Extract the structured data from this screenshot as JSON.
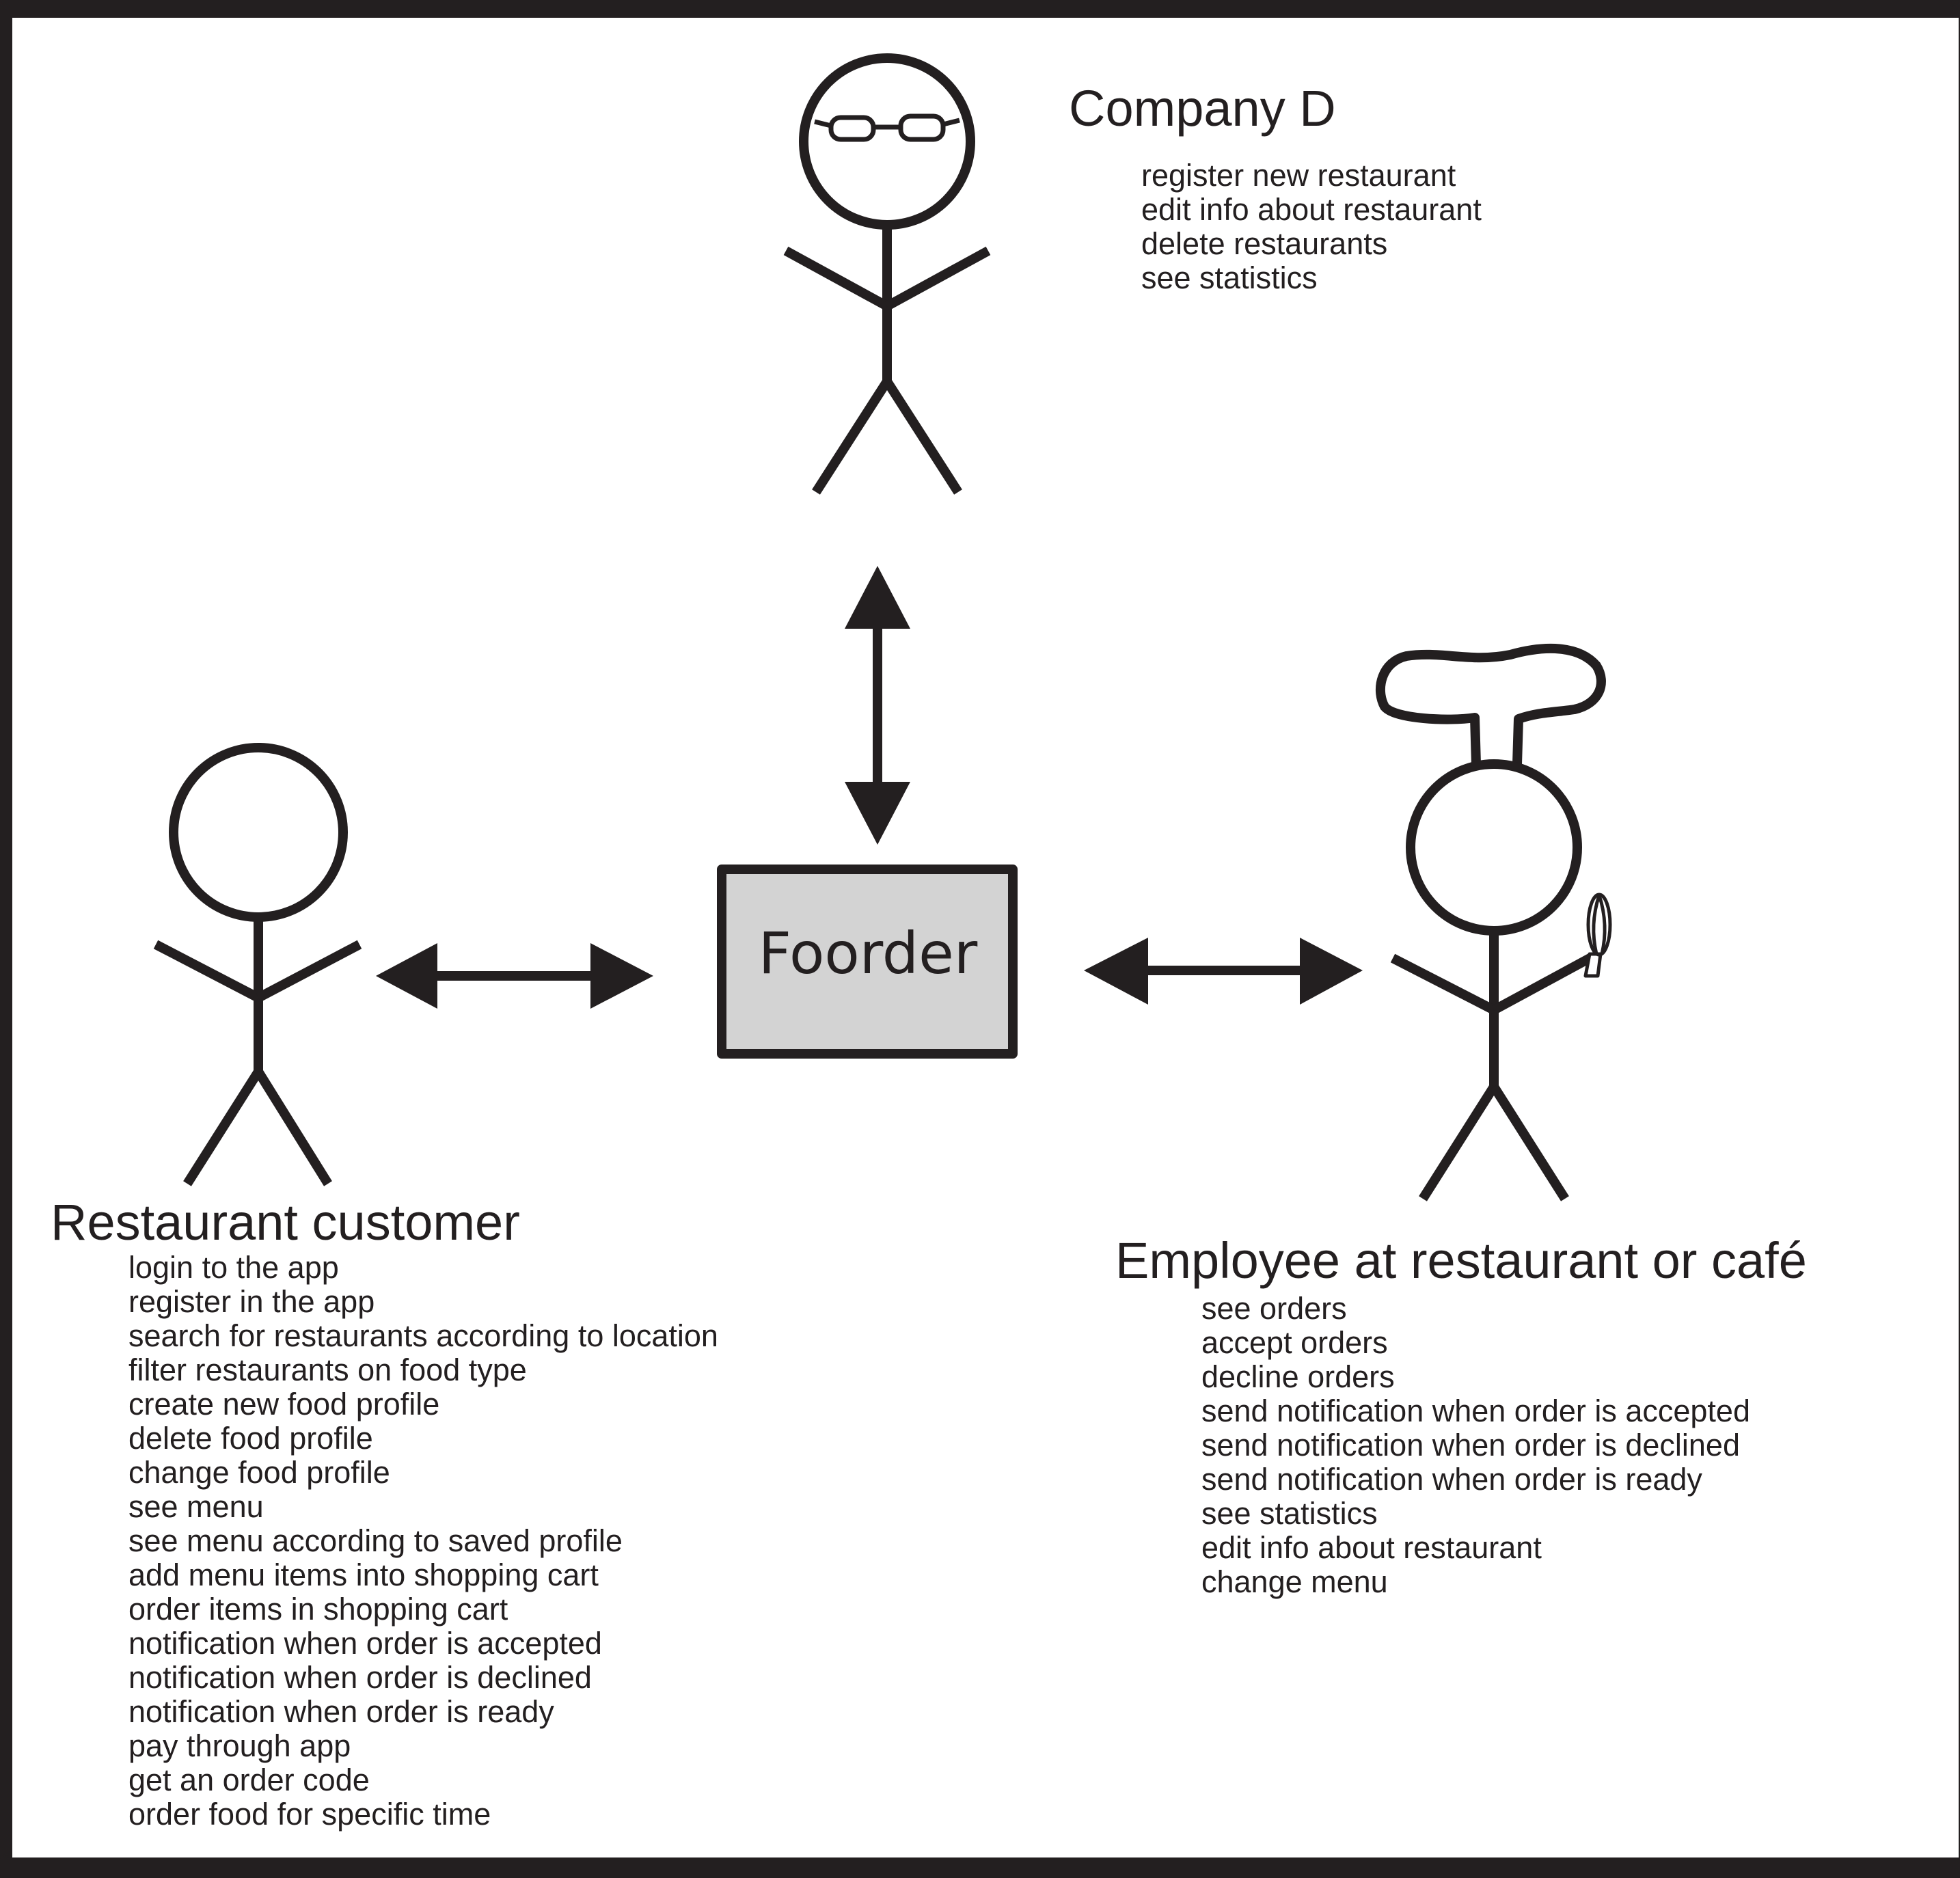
{
  "system": {
    "name": "Foorder"
  },
  "actors": {
    "company": {
      "title": "Company D",
      "capabilities": [
        "register new restaurant",
        "edit info about restaurant",
        "delete restaurants",
        "see statistics"
      ]
    },
    "customer": {
      "title": "Restaurant customer",
      "capabilities": [
        "login to the app",
        "register in the app",
        "search for restaurants according to location",
        "filter restaurants on food type",
        "create new food profile",
        "delete food profile",
        "change food profile",
        "see menu",
        "see menu according to saved profile",
        "add menu items into shopping cart",
        "order items in shopping cart",
        "notification when order is accepted",
        "notification when order is declined",
        "notification when order is ready",
        "pay through app",
        "get an order code",
        "order food for specific time"
      ]
    },
    "employee": {
      "title": "Employee at restaurant or café",
      "capabilities": [
        "see orders",
        "accept orders",
        "decline orders",
        "send notification when order is accepted",
        "send notification when order is declined",
        "send notification when order is ready",
        "see statistics",
        "edit info about restaurant",
        "change menu"
      ]
    }
  },
  "colors": {
    "ink": "#231f20",
    "system_fill": "#d3d3d3",
    "background": "#ffffff"
  },
  "icons": {
    "company": "stick-figure-with-glasses",
    "customer": "stick-figure",
    "employee": "stick-figure-chef-hat-whisk"
  }
}
